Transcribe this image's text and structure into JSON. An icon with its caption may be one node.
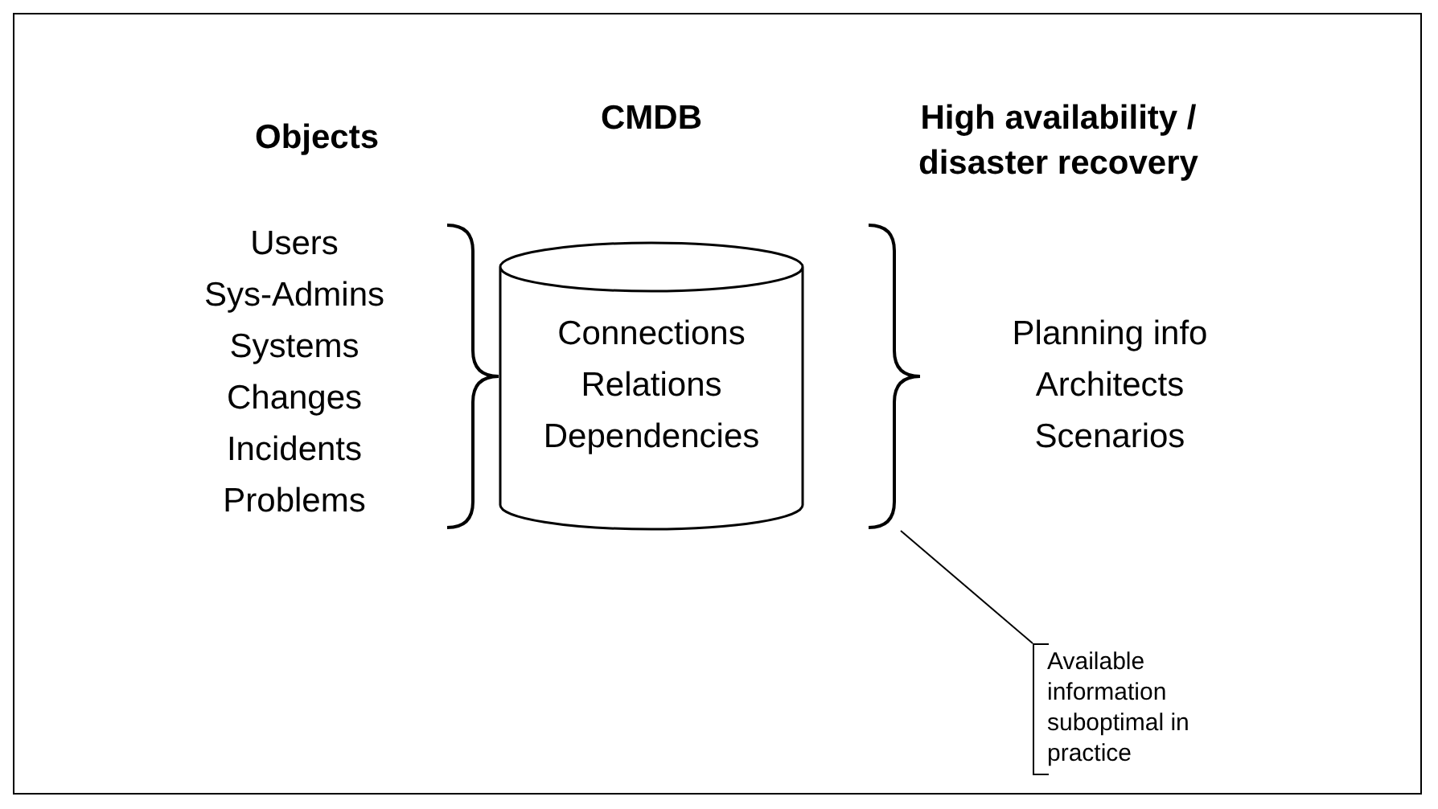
{
  "diagram": {
    "nodes": [
      {
        "text": [
          "CMDB",
          "Connections",
          "Relations",
          "Dependencies"
        ]
      },
      {
        "text": [
          "Available information suboptimal in practice"
        ]
      },
      {
        "text": [],
        "shape": "bracket"
      }
    ],
    "edges": [
      {
        "from": 1,
        "to": 2,
        "arrow": "none"
      }
    ],
    "labels": [
      "Objects",
      "High availability / disaster recovery",
      "Users",
      "Sys-Admins",
      "Systems",
      "Changes",
      "Incidents",
      "Problems",
      "Planning info",
      "Architects",
      "Scenarios"
    ]
  }
}
